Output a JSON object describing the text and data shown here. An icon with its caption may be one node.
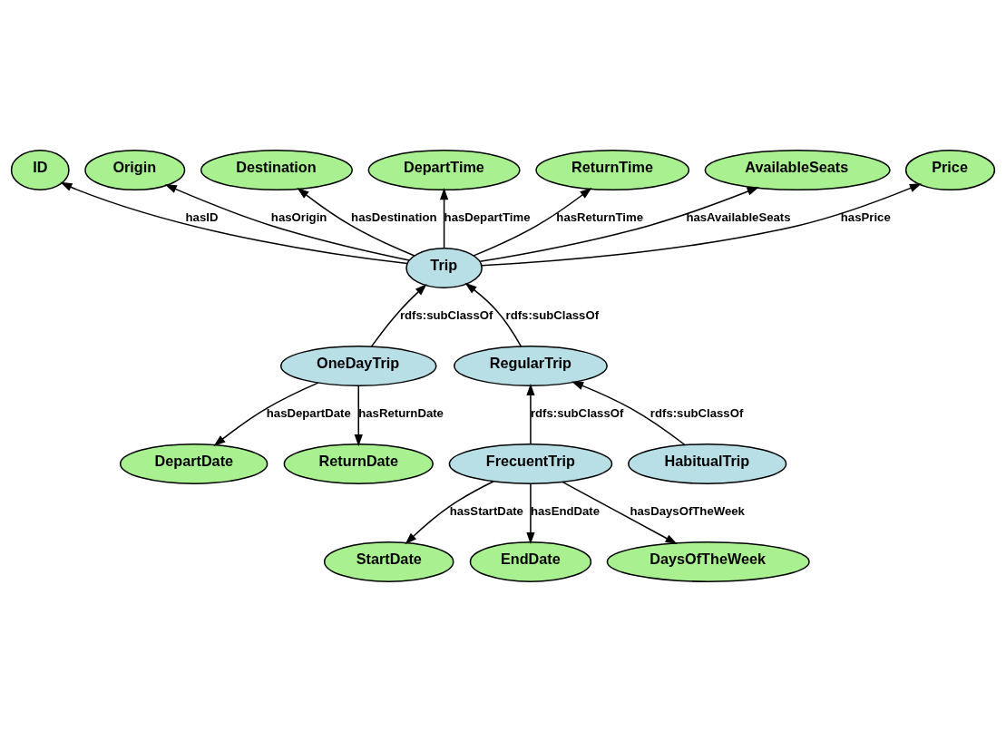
{
  "diagram": {
    "nodes": [
      {
        "text": [
          "ID"
        ]
      },
      {
        "text": [
          "Origin"
        ]
      },
      {
        "text": [
          "Destination"
        ]
      },
      {
        "text": [
          "DepartTime"
        ]
      },
      {
        "text": [
          "ReturnTime"
        ]
      },
      {
        "text": [
          "AvailableSeats"
        ]
      },
      {
        "text": [
          "Price"
        ]
      },
      {
        "text": [
          "Trip"
        ]
      },
      {
        "text": [
          "OneDayTrip"
        ]
      },
      {
        "text": [
          "RegularTrip"
        ]
      },
      {
        "text": [
          "DepartDate"
        ]
      },
      {
        "text": [
          "ReturnDate"
        ]
      },
      {
        "text": [
          "FrecuentTrip"
        ]
      },
      {
        "text": [
          "HabitualTrip"
        ]
      },
      {
        "text": [
          "StartDate"
        ]
      },
      {
        "text": [
          "EndDate"
        ]
      },
      {
        "text": [
          "DaysOfTheWeek"
        ]
      }
    ],
    "edges": [
      {
        "from": 7,
        "to": 0,
        "arrow": "to",
        "label": "hasID"
      },
      {
        "from": 7,
        "to": 1,
        "arrow": "to",
        "label": "hasOrigin"
      },
      {
        "from": 7,
        "to": 2,
        "arrow": "to",
        "label": "hasDestination"
      },
      {
        "from": 7,
        "to": 3,
        "arrow": "to",
        "label": "hasDepartTime"
      },
      {
        "from": 7,
        "to": 4,
        "arrow": "to",
        "label": "hasReturnTime"
      },
      {
        "from": 7,
        "to": 5,
        "arrow": "to",
        "label": "hasAvailableSeats"
      },
      {
        "from": 7,
        "to": 6,
        "arrow": "to",
        "label": "hasPrice"
      },
      {
        "from": 8,
        "to": 7,
        "arrow": "to",
        "label": "rdfs:subClassOf"
      },
      {
        "from": 9,
        "to": 7,
        "arrow": "to",
        "label": "rdfs:subClassOf"
      },
      {
        "from": 8,
        "to": 10,
        "arrow": "to",
        "label": "hasDepartDate"
      },
      {
        "from": 8,
        "to": 11,
        "arrow": "to",
        "label": "hasReturnDate"
      },
      {
        "from": 12,
        "to": 9,
        "arrow": "to",
        "label": "rdfs:subClassOf"
      },
      {
        "from": 13,
        "to": 9,
        "arrow": "to",
        "label": "rdfs:subClassOf"
      },
      {
        "from": 12,
        "to": 14,
        "arrow": "to",
        "label": "hasStartDate"
      },
      {
        "from": 12,
        "to": 15,
        "arrow": "to",
        "label": "hasEndDate"
      },
      {
        "from": 12,
        "to": 16,
        "arrow": "to",
        "label": "hasDaysOfTheWeek"
      }
    ]
  }
}
